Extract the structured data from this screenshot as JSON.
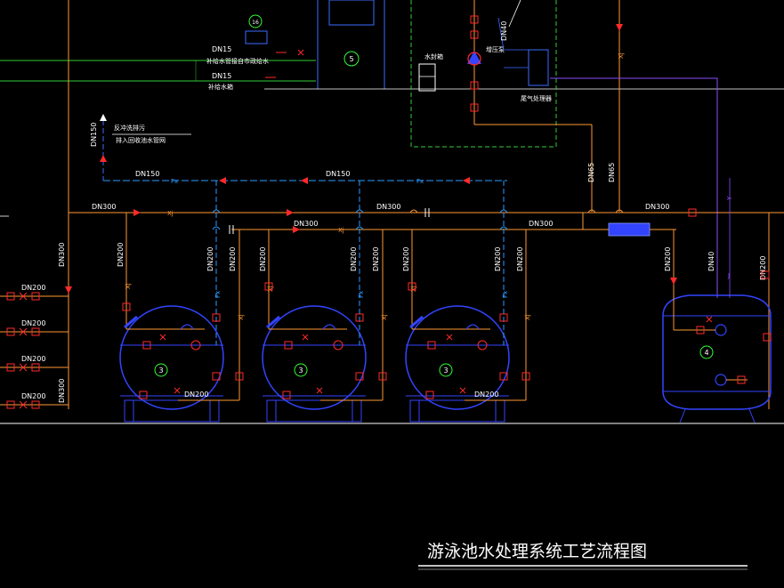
{
  "title": "游泳池水处理系统工艺流程图",
  "colors": {
    "background": "#000000",
    "pipe_orange": "#ff9933",
    "pipe_blue": "#3a6bff",
    "pipe_cyan_dashed": "#2a9cff",
    "pipe_green": "#33cc33",
    "pipe_purple": "#8a4cff",
    "valve_red": "#ff2a2a",
    "vessel_blue": "#3344ff",
    "text_white": "#ffffff",
    "balloon_green": "#33ff33"
  },
  "pipe_labels": {
    "main_dn300_left": "DN300",
    "dn300_mid": "DN300",
    "dn300_center": "DN300",
    "dn300_right_lower": "DN300",
    "dn300_right": "DN300",
    "dn300_vertical_left": "DN300",
    "dn300_vertical_left_lower": "DN300",
    "dn150_upper": "DN150",
    "dn150_mid": "DN150",
    "dn150_riser": "DN150",
    "dn65_a": "DN65",
    "dn65_b": "DN65",
    "dn40_top": "DN40",
    "dn40_right": "DN40",
    "dn15_a": "DN15",
    "dn15_b": "DN15",
    "dn200_left_1": "DN200",
    "dn200_left_2": "DN200",
    "dn200_left_3": "DN200",
    "dn200_left_4": "DN200",
    "dn200_f1_a": "DN200",
    "dn200_f1_b": "DN200",
    "dn200_f1_c": "DN200",
    "dn200_f2_a": "DN200",
    "dn200_f2_b": "DN200",
    "dn200_f2_c": "DN200",
    "dn200_f3_a": "DN200",
    "dn200_f3_b": "DN200",
    "dn200_f3_c": "DN200",
    "dn200_tank_a": "DN200",
    "dn200_tank_b": "DN200",
    "dn200_bottom_f1": "DN200",
    "dn200_bottom_f3": "DN200"
  },
  "line_codes": {
    "xj": "Xj",
    "fx": "Fx",
    "j": "J",
    "y": "Y"
  },
  "notes": {
    "backwash_drain": "反冲洗排污",
    "to_backwash_pool": "排入回收池水管网",
    "makeup_water_a": "补给水管接自市政给水",
    "makeup_water_b": "补给水箱",
    "water_seal": "水封箱",
    "booster_pump": "增压泵",
    "ozone_device": "尾气处理器"
  },
  "balloons": {
    "filter": "3",
    "tank": "4",
    "equip5": "5",
    "equip16": "16"
  }
}
